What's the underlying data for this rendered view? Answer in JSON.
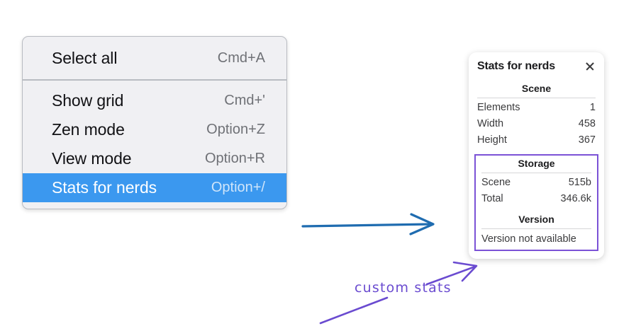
{
  "menu": {
    "groups": [
      {
        "items": [
          {
            "label": "Select all",
            "shortcut": "Cmd+A",
            "selected": false
          }
        ]
      },
      {
        "items": [
          {
            "label": "Show grid",
            "shortcut": "Cmd+'",
            "selected": false
          },
          {
            "label": "Zen mode",
            "shortcut": "Option+Z",
            "selected": false
          },
          {
            "label": "View mode",
            "shortcut": "Option+R",
            "selected": false
          },
          {
            "label": "Stats for nerds",
            "shortcut": "Option+/",
            "selected": true
          }
        ]
      }
    ],
    "highlight_color": "#3b98ef"
  },
  "stats_panel": {
    "title": "Stats for nerds",
    "close_icon": "close-icon",
    "scene": {
      "heading": "Scene",
      "rows": [
        {
          "key": "Elements",
          "value": "1"
        },
        {
          "key": "Width",
          "value": "458"
        },
        {
          "key": "Height",
          "value": "367"
        }
      ]
    },
    "storage": {
      "heading": "Storage",
      "rows": [
        {
          "key": "Scene",
          "value": "515b"
        },
        {
          "key": "Total",
          "value": "346.6k"
        }
      ]
    },
    "version": {
      "heading": "Version",
      "note": "Version not available"
    },
    "highlight_border_color": "#7b52d6"
  },
  "annotations": {
    "custom_stats_label": "custom stats",
    "flow_arrow_color": "#1f6cb0",
    "callout_color": "#6a4bd0"
  }
}
